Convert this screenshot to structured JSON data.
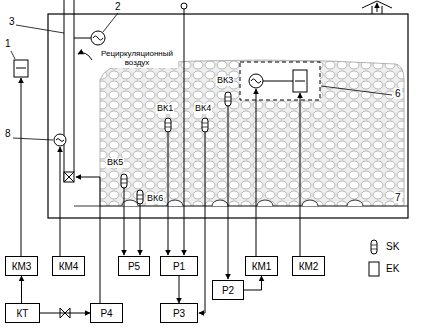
{
  "diagram": {
    "nodes": [
      {
        "text": [
          "КМ3"
        ]
      },
      {
        "text": [
          "КМ4"
        ]
      },
      {
        "text": [
          "Р5"
        ]
      },
      {
        "text": [
          "Р1"
        ]
      },
      {
        "text": [
          "КМ1"
        ]
      },
      {
        "text": [
          "КМ2"
        ]
      },
      {
        "text": [
          "Р2"
        ]
      },
      {
        "text": [
          "КТ"
        ]
      },
      {
        "text": [
          "Р4"
        ]
      },
      {
        "text": [
          "Р3"
        ]
      }
    ],
    "edges": [
      {
        "from": 7,
        "to": 0,
        "arrow": "to"
      },
      {
        "from": 7,
        "to": 8,
        "arrow": "to"
      },
      {
        "from": 3,
        "to": 9,
        "arrow": "to"
      },
      {
        "from": 6,
        "to": 4,
        "arrow": "to"
      }
    ],
    "labels": [
      "3",
      "2",
      "1",
      "Рециркуляционный воздух",
      "ВК3",
      "ВК1",
      "ВК4",
      "ВК5",
      "ВК6",
      "6",
      "7",
      "8"
    ],
    "legend": [
      {
        "text": "SK"
      },
      {
        "text": "EK"
      }
    ]
  }
}
